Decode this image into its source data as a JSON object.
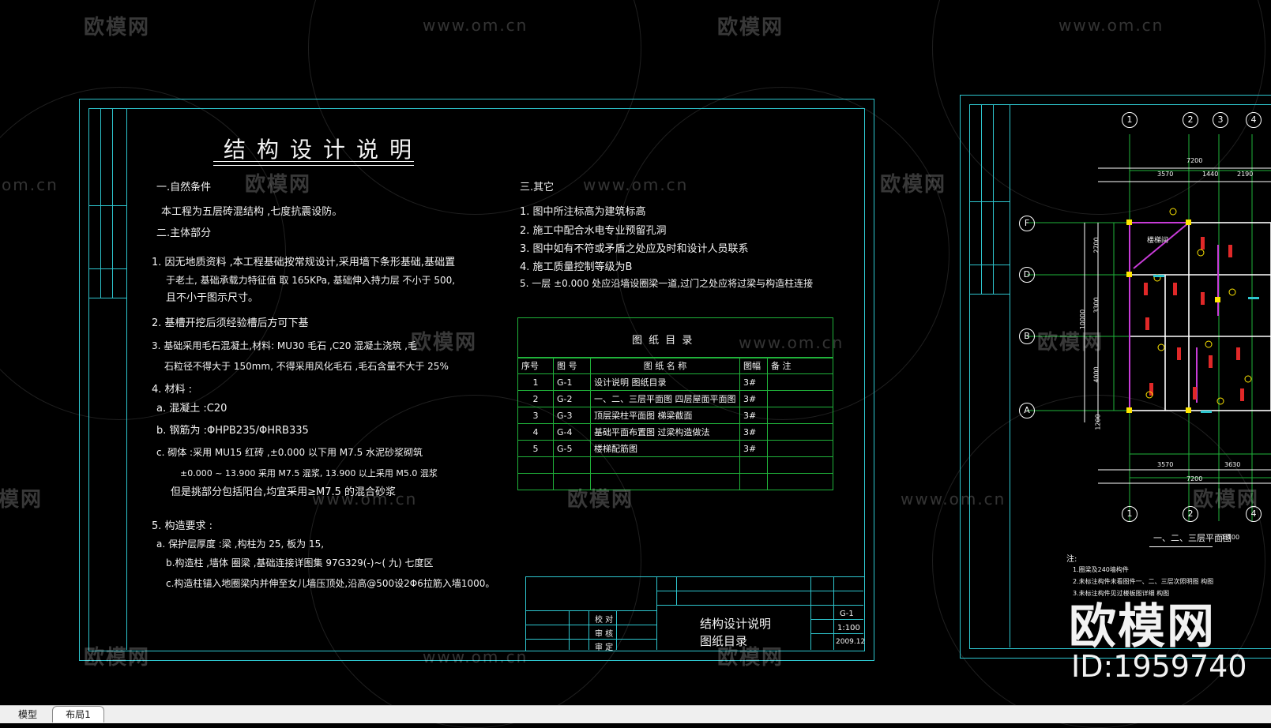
{
  "sheet1": {
    "title": "结构设计说明",
    "sec1_heading": "一.自然条件",
    "sec1_line": "本工程为五层砖混结构          ,七度抗震设防。",
    "sec2_heading": "二.主体部分",
    "items": [
      "1.   因无地质资料     ,本工程基础按常规设计,采用墙下条形基础,基础置",
      "于老土,   基础承载力特征值  取     165KPa,    基础伸入持力层     不小于  500,",
      "且不小于图示尺寸。",
      "2.   基槽开挖后须经验槽后方可下基",
      "3.   基础采用毛石混凝土,材料:          MU30   毛石 ,C20  混凝土浇筑   ,毛",
      "石粒径不得大于     150mm,    不得采用风化毛石      ,毛石含量不大于      25%",
      "4.   材料 :",
      "a.   混凝土 :C20",
      "b.   钢筋为   :ΦHPB235/ΦHRB335",
      "c.   砌体 :采用 MU15   红砖  ,±0.000    以下用  M7.5  水泥砂浆砌筑",
      "±0.000  ~   13.900   采用  M7.5  混浆,           13.900    以上采用   M5.0  混浆",
      "但是挑部分包括阳台,均宜采用≥M7.5 的混合砂浆",
      "5.   构造要求  :",
      "a.   保护层厚度  :梁 ,构柱为  25,  板为 15,",
      "b.构造柱  ,墙体  圈梁 ,基础连接详图集       97G329(-)~(        九) 七度区",
      "c.构造柱锚入地圈梁内并伸至女儿墙压顶处,沿高@500设2Φ6拉筋入墙1000。"
    ],
    "sec3_heading": "三.其它",
    "sec3_items": [
      "1.   图中所注标高为建筑标高",
      "2.   施工中配合水电专业预留孔洞",
      "3.   图中如有不符或矛盾之处应及时和设计人员联系",
      "4.   施工质量控制等级为B",
      "5.   一层     ±0.000     处应沿墙设圈梁一道,过门之处应将过梁与构造柱连接"
    ],
    "index_table": {
      "title": "图 纸 目 录",
      "headers": [
        "序号",
        "图 号",
        "图 纸 名 称",
        "图幅",
        "备 注"
      ],
      "rows": [
        [
          "1",
          "G-1",
          "设计说明      图纸目录",
          "3#",
          ""
        ],
        [
          "2",
          "G-2",
          "一、二、三层平面图         四层屋面平面图",
          "3#",
          ""
        ],
        [
          "3",
          "G-3",
          "顶层梁柱平面图      梯梁截面",
          "3#",
          ""
        ],
        [
          "4",
          "G-4",
          "基础平面布置图       过梁构造做法",
          "3#",
          ""
        ],
        [
          "5",
          "G-5",
          "楼梯配筋图",
          "3#",
          ""
        ],
        [
          "",
          "",
          "",
          "",
          ""
        ],
        [
          "",
          "",
          "",
          "",
          ""
        ]
      ]
    },
    "titleblock": {
      "drawing_name_1": "结构设计说明",
      "drawing_name_2": "图纸目录",
      "sheet_no": "G-1",
      "scale": "1:100",
      "date": "2009.12",
      "label_check": "校 对",
      "label_review": "审 核",
      "label_approve": "审 定"
    }
  },
  "sheet2": {
    "plan_caption": "一、二、三层平面图",
    "plan_scale": "1:100",
    "notes_heading": "注:",
    "notes": [
      "1.圈梁及240墙构件",
      "2.未标注构件未看图件一、二、三层次照明图             构图",
      "3.未标注构件见过楼板图详细              构图"
    ],
    "grid_top": [
      "1",
      "2",
      "3",
      "4"
    ],
    "grid_bottom": [
      "1",
      "2",
      "4"
    ],
    "grid_left": [
      "F",
      "D",
      "B",
      "A"
    ],
    "dims_top": [
      "7200",
      "3570",
      "1440",
      "2190"
    ],
    "dims_bottom": [
      "3570",
      "3630",
      "7200"
    ],
    "dims_left": [
      "2700",
      "3300",
      "10000",
      "4000",
      "1200"
    ],
    "room_label": "楼梯间"
  },
  "watermark": {
    "brand": "欧模网",
    "url": "www.om.cn",
    "url_partial": "om.cn",
    "id": "ID:1959740"
  },
  "tabs": [
    "模型",
    "布局1"
  ]
}
